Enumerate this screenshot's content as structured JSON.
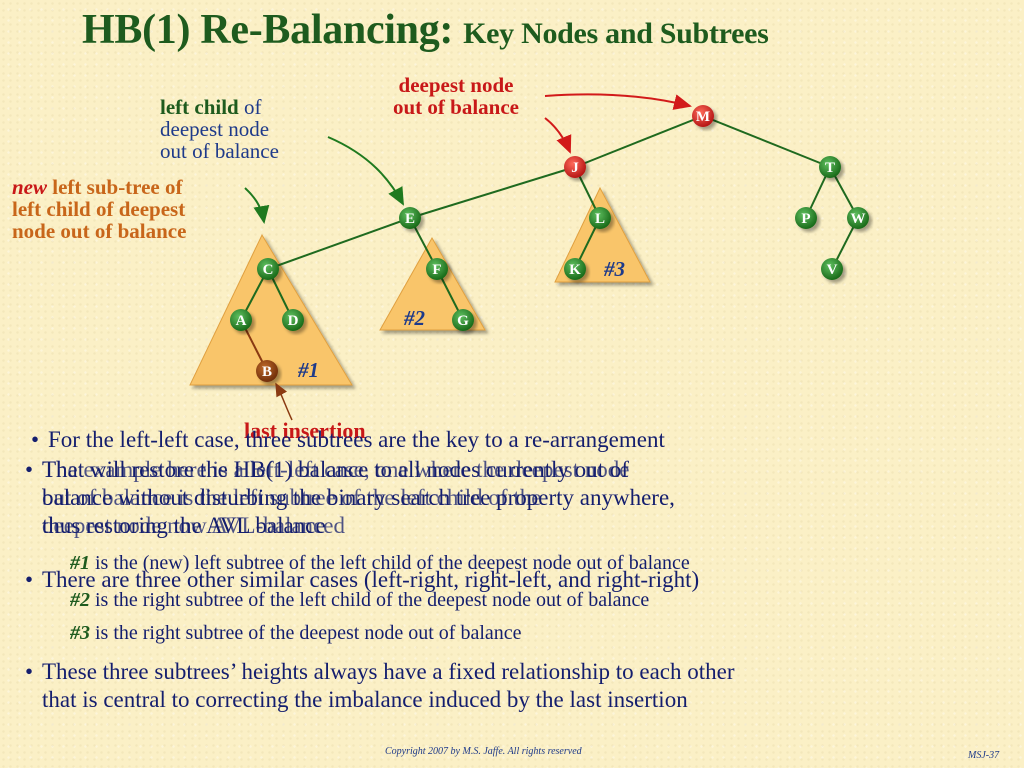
{
  "title": {
    "main": "HB(1) Re-Balancing:",
    "sub": "Key Nodes and Subtrees"
  },
  "labels": {
    "deepest_node_line1": "deepest node",
    "deepest_node_line2": "out of balance",
    "left_child_bold": "left child",
    "left_child_rest1": " of",
    "left_child_rest2": "deepest node",
    "left_child_rest3": "out of balance",
    "new_word": "new",
    "new_subtree_line1": " left sub-tree of",
    "new_subtree_line2": "left child of deepest",
    "new_subtree_line3": "node out of balance",
    "last_insertion": "last insertion"
  },
  "nodes": {
    "M": "M",
    "J": "J",
    "T": "T",
    "E": "E",
    "L": "L",
    "P": "P",
    "W": "W",
    "C": "C",
    "F": "F",
    "K": "K",
    "V": "V",
    "A": "A",
    "D": "D",
    "G": "G",
    "B": "B"
  },
  "subtrees": {
    "s1": "#1",
    "s2": "#2",
    "s3": "#3"
  },
  "overlay_text": {
    "line_a": "The example here is a left-left case, one where the deepest node",
    "line_b": "out of balance is the left subtree of the left child of the",
    "line_c": "deepest node now AVL-balanced"
  },
  "bullets": {
    "b1": "For the left-left case, three subtrees are the key to a re-arrangement",
    "b2_line1": "That will restore the HB(1) balance to all nodes currently out of",
    "b2_line2": "balance without disturbing the binary search tree property anywhere,",
    "b2_line3": "thus restoring the AVL balance",
    "b3": "There are three other similar cases (left-right, right-left, and right-right)",
    "b4_line1": "These three subtrees’ heights always have a fixed relationship to each other",
    "b4_line2": "that is central to correcting the imbalance induced by the last insertion"
  },
  "sub_items": [
    {
      "id": "#1",
      "text": " is the (new) left subtree of the left child of the deepest node out of balance"
    },
    {
      "id": "#2",
      "text": " is the right subtree of the left child of the deepest node out of balance"
    },
    {
      "id": "#3",
      "text": " is the right subtree of the deepest node out of balance"
    }
  ],
  "footer": {
    "copyright": "Copyright 2007 by M.S. Jaffe.  All rights reserved",
    "slide_id": "MSJ-37"
  },
  "colors": {
    "title": "#1e5b1e",
    "text": "#141e6e",
    "node_green": "#1f7a1f",
    "node_red": "#d21a1a",
    "node_brown": "#8a3a12",
    "triangle": "#f9c56a",
    "arrow_red": "#d21a1a"
  }
}
